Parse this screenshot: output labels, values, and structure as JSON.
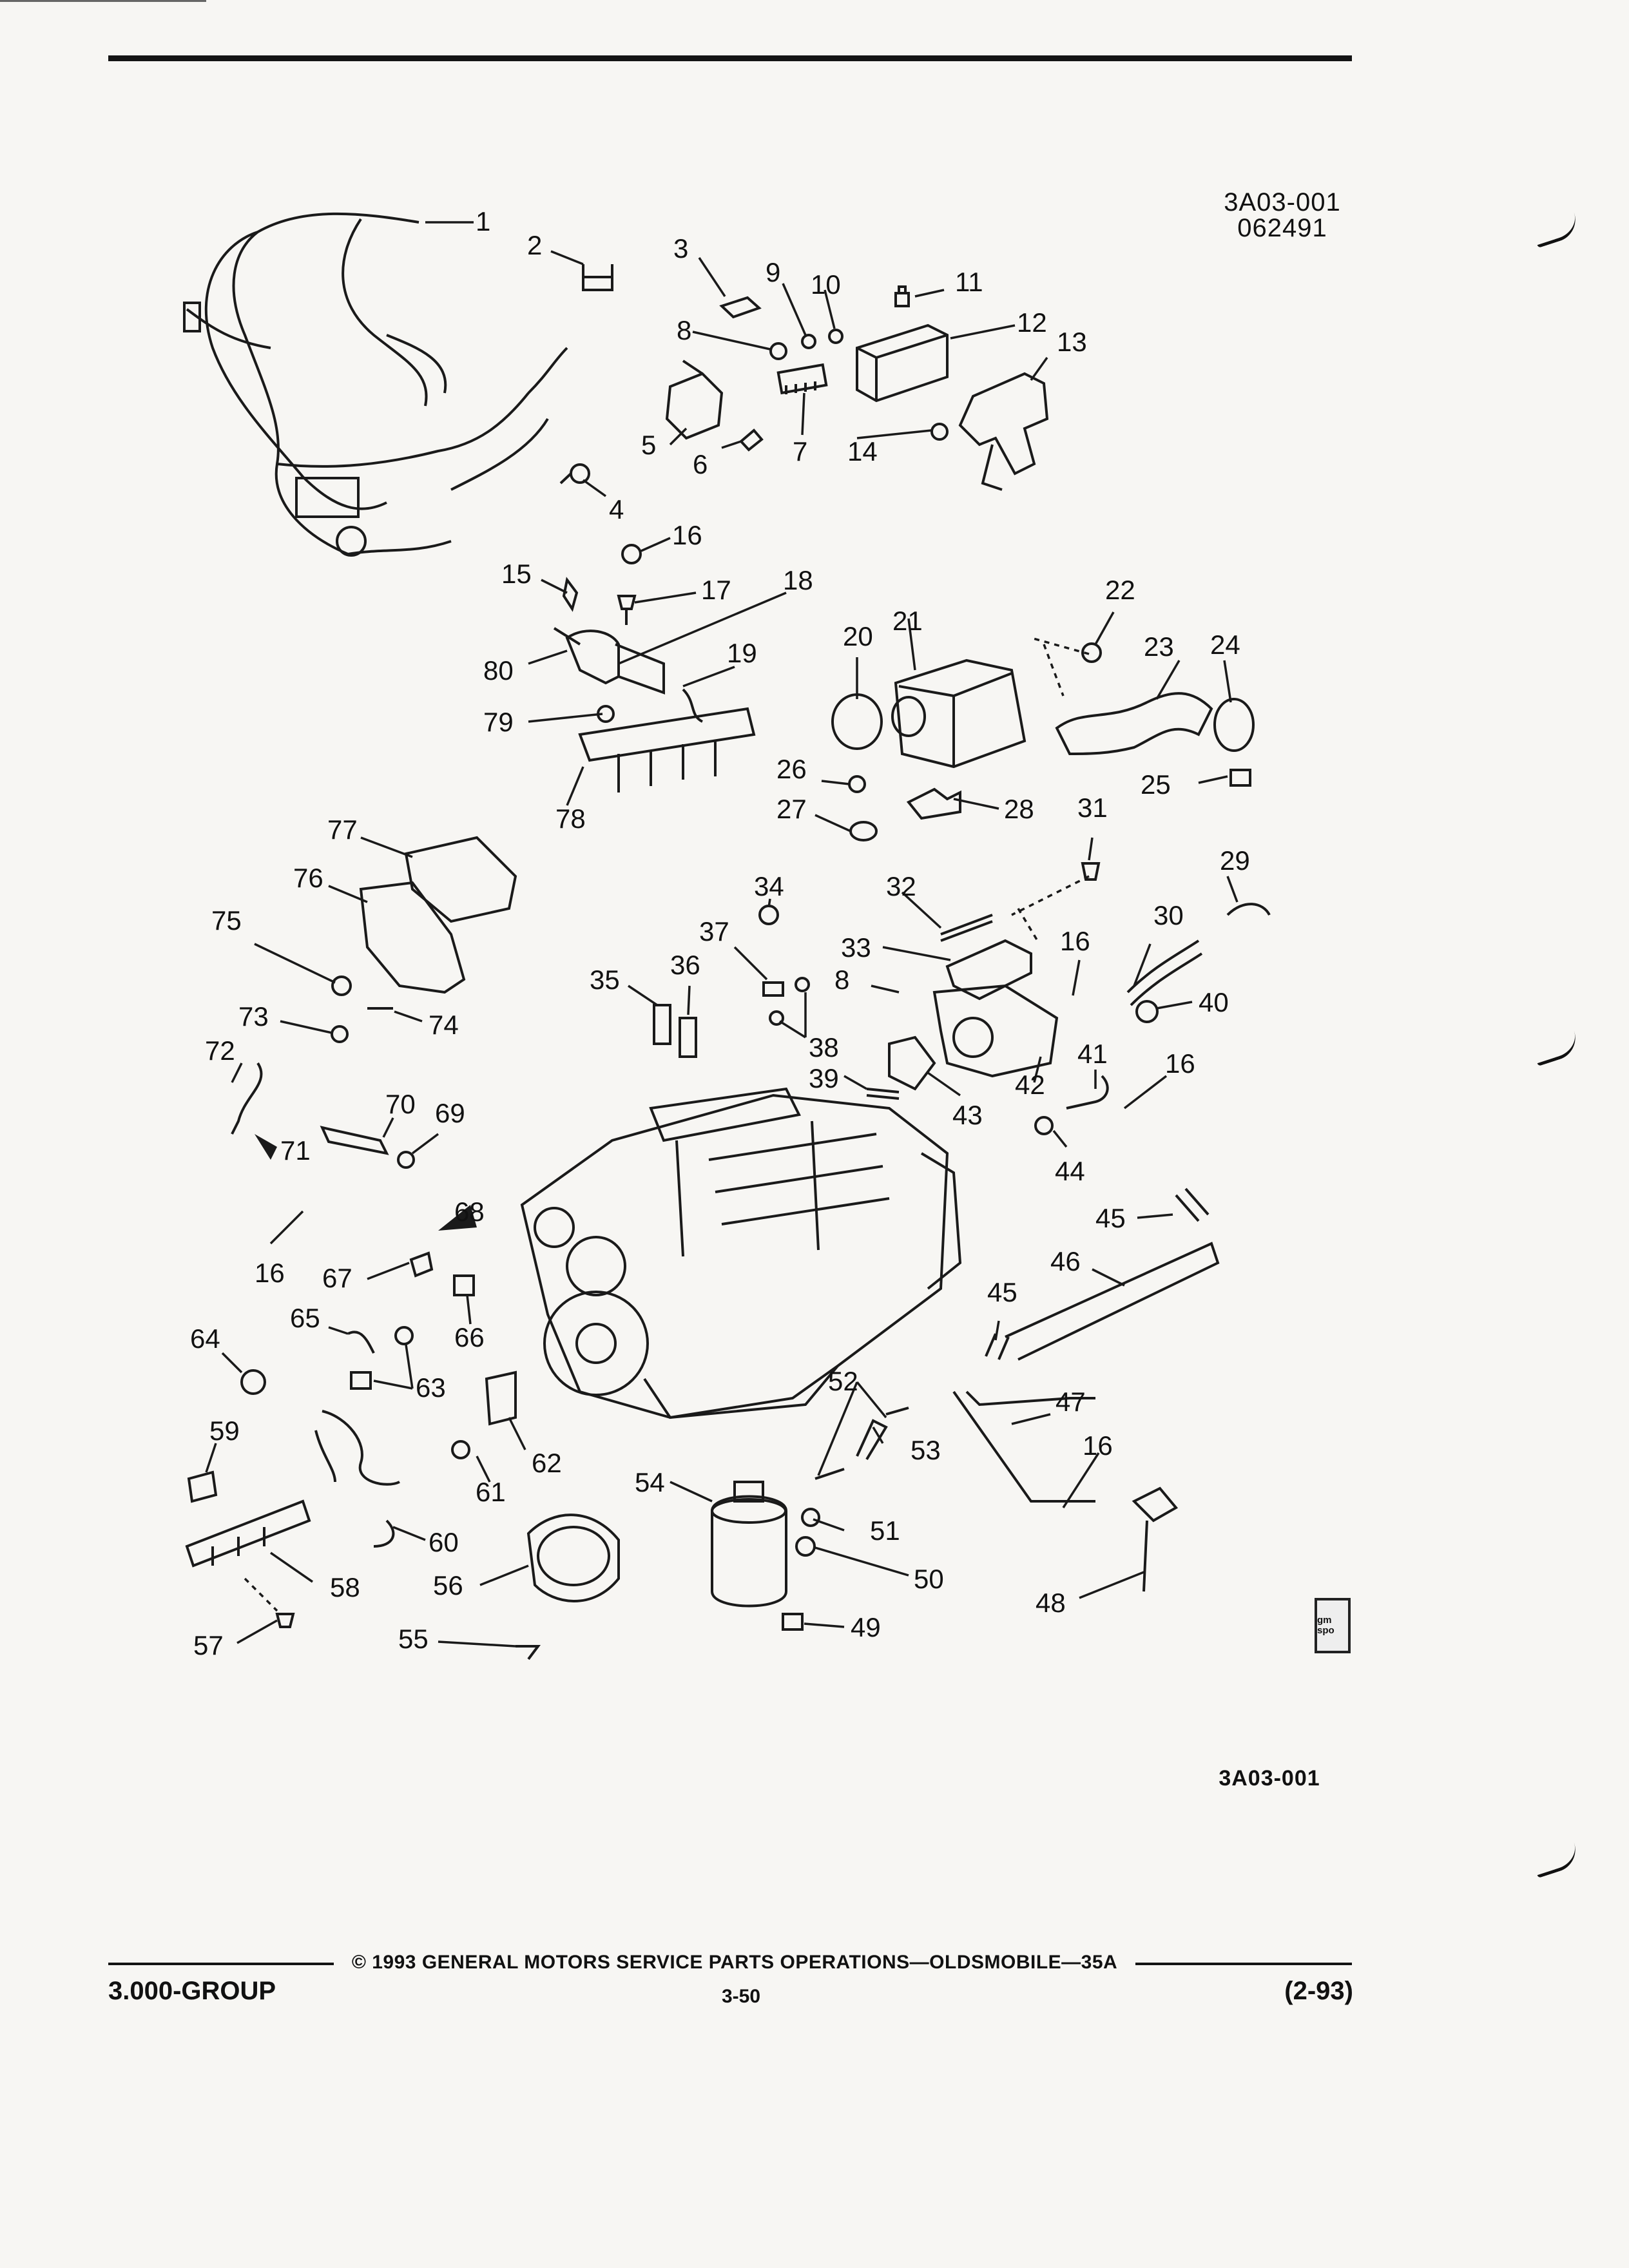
{
  "header": {
    "illustration_code": "3A03-001",
    "illustration_date": "062491"
  },
  "callouts": [
    "1",
    "2",
    "3",
    "4",
    "5",
    "6",
    "7",
    "8",
    "9",
    "10",
    "11",
    "12",
    "13",
    "14",
    "15",
    "16",
    "17",
    "18",
    "19",
    "20",
    "21",
    "22",
    "23",
    "24",
    "25",
    "26",
    "27",
    "28",
    "29",
    "30",
    "31",
    "32",
    "33",
    "34",
    "35",
    "36",
    "37",
    "38",
    "39",
    "40",
    "41",
    "42",
    "43",
    "44",
    "45",
    "46",
    "47",
    "48",
    "49",
    "50",
    "51",
    "52",
    "53",
    "54",
    "55",
    "56",
    "57",
    "58",
    "59",
    "60",
    "61",
    "62",
    "63",
    "64",
    "65",
    "66",
    "67",
    "68",
    "69",
    "70",
    "71",
    "72",
    "73",
    "74",
    "75",
    "76",
    "77",
    "78",
    "79",
    "80"
  ],
  "figure_code": "3A03-001",
  "gm_badge": "gm spo",
  "footer": {
    "copyright": "© 1993 GENERAL MOTORS SERVICE PARTS OPERATIONS—OLDSMOBILE—35A",
    "section": "3.000-GROUP",
    "page": "3-50",
    "revision": "(2-93)"
  }
}
